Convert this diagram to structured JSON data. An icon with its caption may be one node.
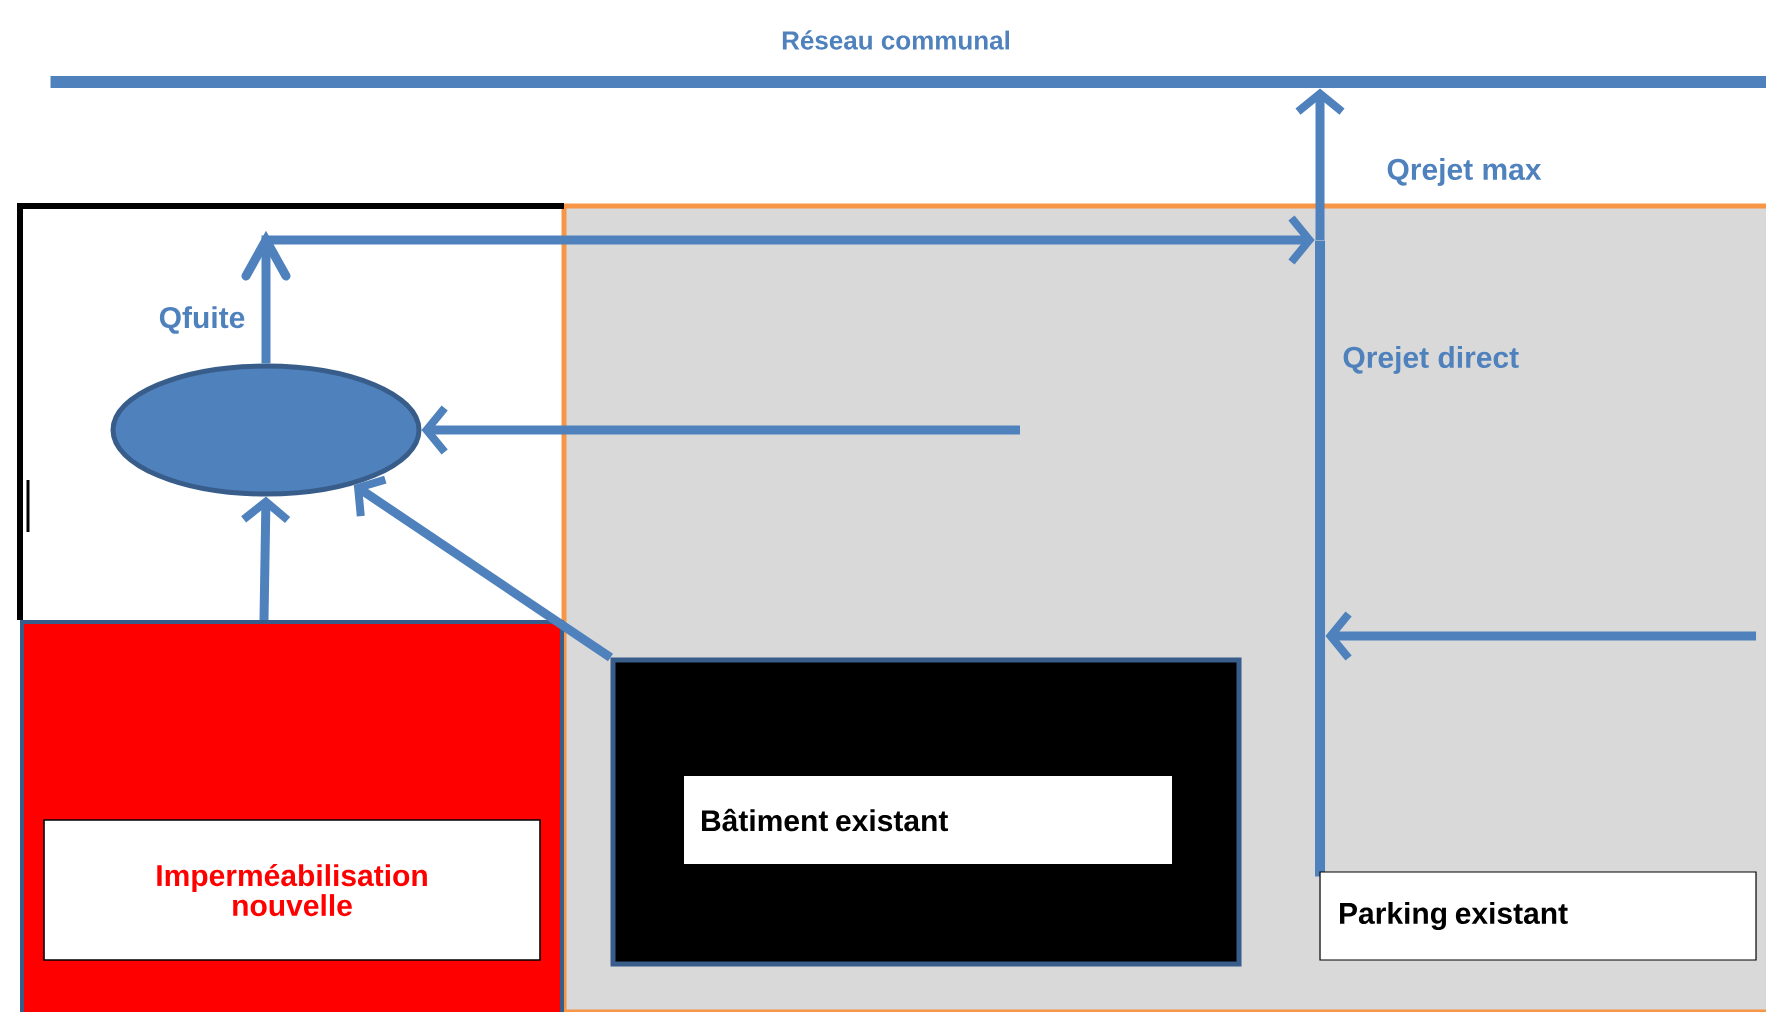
{
  "diagram": {
    "nodes": [
      {
        "text": [
          "Réseau communal"
        ]
      },
      {
        "text": [],
        "shape": "ellipse"
      },
      {
        "text": [],
        "shape": "bar",
        "beside": [
          "Qrejet direct"
        ]
      },
      {
        "text": [
          "Imperméabilisation nouvelle"
        ]
      },
      {
        "text": [
          "Bâtiment existant"
        ]
      },
      {
        "text": [
          "Parking existant"
        ]
      }
    ],
    "edges": [
      {
        "from": 1,
        "to": 2,
        "arrow": "to",
        "label": "Qfuite"
      },
      {
        "from": null,
        "to": 1,
        "arrow": "to"
      },
      {
        "from": 4,
        "to": 1,
        "arrow": "to"
      },
      {
        "from": 3,
        "to": 1,
        "arrow": "to"
      },
      {
        "from": null,
        "to": 2,
        "arrow": "to"
      },
      {
        "from": 2,
        "to": 0,
        "arrow": "to",
        "label": "Qrejet max"
      }
    ]
  }
}
